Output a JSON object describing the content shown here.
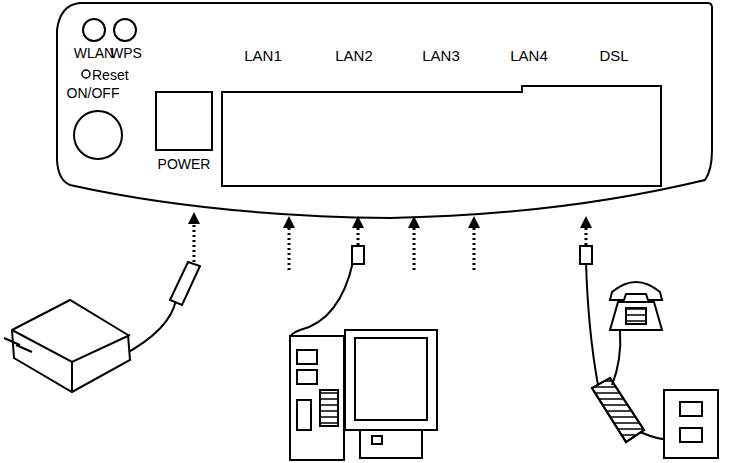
{
  "diagram": {
    "labels": [
      "WLAN",
      "WPS",
      "Reset",
      "ON/OFF",
      "POWER",
      "LAN1",
      "LAN2",
      "LAN3",
      "LAN4",
      "DSL"
    ]
  }
}
